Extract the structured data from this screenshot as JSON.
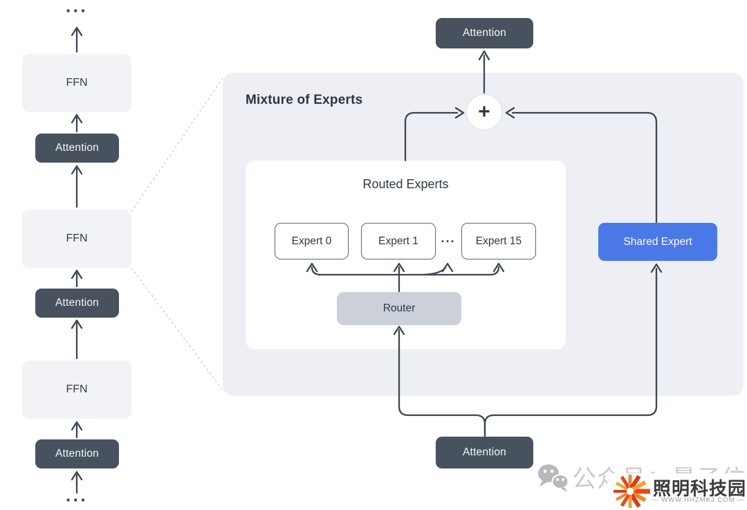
{
  "left_stack": {
    "dots_top": "···",
    "dots_bottom": "···",
    "ffn_label": "FFN",
    "attention_label": "Attention"
  },
  "moe": {
    "title": "Mixture of Experts",
    "attention_top_label": "Attention",
    "attention_bottom_label": "Attention",
    "sum_symbol": "+",
    "routed_experts": {
      "title": "Routed Experts",
      "expert_labels": [
        "Expert 0",
        "Expert 1",
        "Expert 15"
      ],
      "ellipsis": "···",
      "router_label": "Router"
    },
    "shared_expert_label": "Shared Expert"
  },
  "watermark": {
    "wechat_icon": "wechat-icon",
    "account_text": "公众号：量子位",
    "logo_icon": "starburst-icon",
    "logo_title": "照明科技园",
    "logo_url": "WWW.HHZMKJ.COM"
  },
  "colors": {
    "dark_slate": "#47525e",
    "arrow_line": "#3c4653",
    "panel_bg": "#edeff4",
    "ffn_bg": "#f2f3f7",
    "router_bg": "#ccd1d9",
    "shared_expert_blue": "#4a78e6",
    "expert_border": "#5a6674",
    "dashed_line": "#c4c8d0",
    "watermark_gray": "#cbcbcb",
    "logo_red": "#e2491f"
  }
}
